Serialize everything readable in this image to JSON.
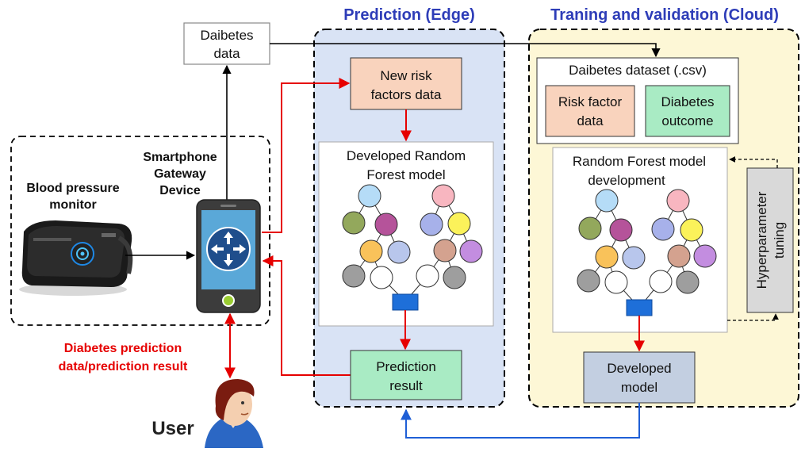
{
  "headers": {
    "edge": "Prediction (Edge)",
    "cloud": "Traning and validation (Cloud)"
  },
  "left": {
    "diabetes_data": [
      "Daibetes",
      "data"
    ],
    "bp_monitor": [
      "Blood pressure",
      "monitor"
    ],
    "smartphone": [
      "Smartphone",
      "Gateway",
      "Device"
    ],
    "prediction_label": [
      "Diabetes prediction",
      "data/prediction result"
    ],
    "user": "User"
  },
  "edge": {
    "new_risk": [
      "New risk",
      "factors data"
    ],
    "model": [
      "Developed Random",
      "Forest model"
    ],
    "result": [
      "Prediction",
      "result"
    ]
  },
  "cloud": {
    "dataset": "Daibetes dataset (.csv)",
    "risk_factor": [
      "Risk factor",
      "data"
    ],
    "outcome": [
      "Diabetes",
      "outcome"
    ],
    "rf_dev": [
      "Random Forest model",
      "development"
    ],
    "hyper": [
      "Hyperparameter",
      "tuning"
    ],
    "developed": [
      "Developed",
      "model"
    ]
  },
  "colors": {
    "edge_bg": "#d9e3f5",
    "cloud_bg": "#fdf7d6",
    "peach": "#f9d3bd",
    "green": "#a9ebc4",
    "gray_blue": "#c3cfe1",
    "hyper_bg": "#d9d9d9",
    "red_arrow": "#e60000",
    "blue_arrow": "#1f5fd6",
    "header": "#2e3db8"
  },
  "icons": [
    "blood-pressure-monitor-icon",
    "smartphone-icon",
    "router-icon",
    "user-avatar-icon"
  ]
}
